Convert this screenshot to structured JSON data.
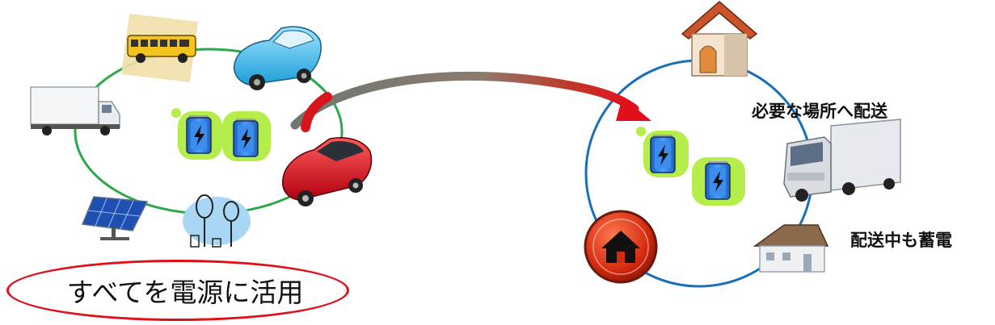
{
  "labels": {
    "delivery": "必要な場所へ配送",
    "charging": "配送中も蓄電",
    "caption": "すべてを電源に活用"
  },
  "colors": {
    "left_ring": "#2aa84a",
    "right_ring": "#1b6fb8",
    "arrow_gray": "#707a78",
    "arrow_red": "#d8141c",
    "caption_border": "#e0101a",
    "battery_halo": "#b5ee4a",
    "battery_body": "#2f7fe0"
  },
  "icons": {
    "left_ring": [
      "school-bus-icon",
      "blue-car-icon",
      "box-truck-icon",
      "red-car-icon",
      "solar-panel-icon",
      "wind-turbine-icon",
      "battery-icon"
    ],
    "right_ring": [
      "house-icon",
      "delivery-truck-icon",
      "home-button-icon",
      "small-house-icon",
      "battery-icon"
    ]
  }
}
